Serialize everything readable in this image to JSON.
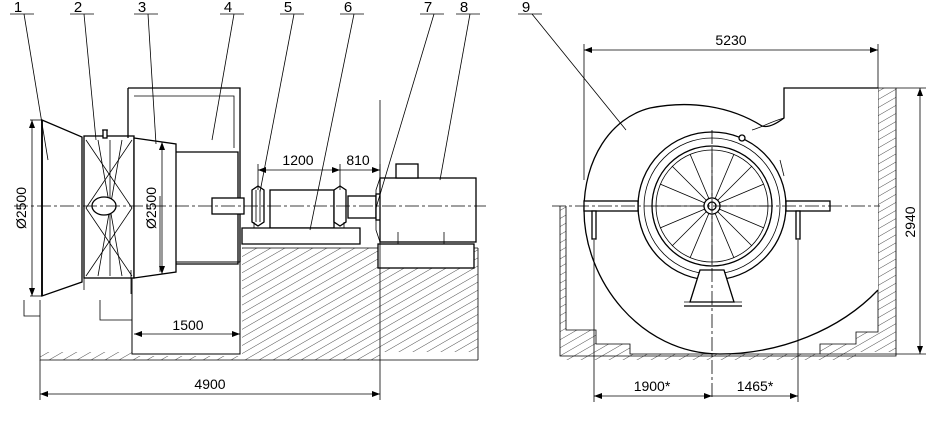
{
  "callouts": [
    "1",
    "2",
    "3",
    "4",
    "5",
    "6",
    "7",
    "8",
    "9"
  ],
  "dimensions": {
    "inlet_diameter": "Ø2500",
    "duct_diameter": "Ø2500",
    "shaft_span_a": "1200",
    "shaft_span_b": "810",
    "pit_length": "1500",
    "overall_length": "4900",
    "casing_width": "5230",
    "casing_height": "2940",
    "offset_left": "1900*",
    "offset_right": "1465*"
  }
}
